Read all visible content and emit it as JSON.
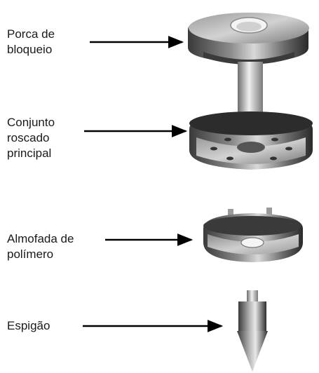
{
  "parts": [
    {
      "id": "lock-nut",
      "lines": [
        "Porca de",
        "bloqueio"
      ]
    },
    {
      "id": "main-threaded-assembly",
      "lines": [
        "Conjunto",
        "roscado",
        "principal"
      ]
    },
    {
      "id": "polymer-pad",
      "lines": [
        "Almofada de",
        "polímero"
      ]
    },
    {
      "id": "spike",
      "lines": [
        "Espigão"
      ]
    }
  ],
  "colors": {
    "text": "#1a1a1a",
    "arrow": "#000000",
    "metal_dark": "#2b2b2b",
    "metal_mid": "#6e6e6e",
    "metal_light": "#c9c9c9",
    "metal_highlight": "#f2f2f2"
  }
}
